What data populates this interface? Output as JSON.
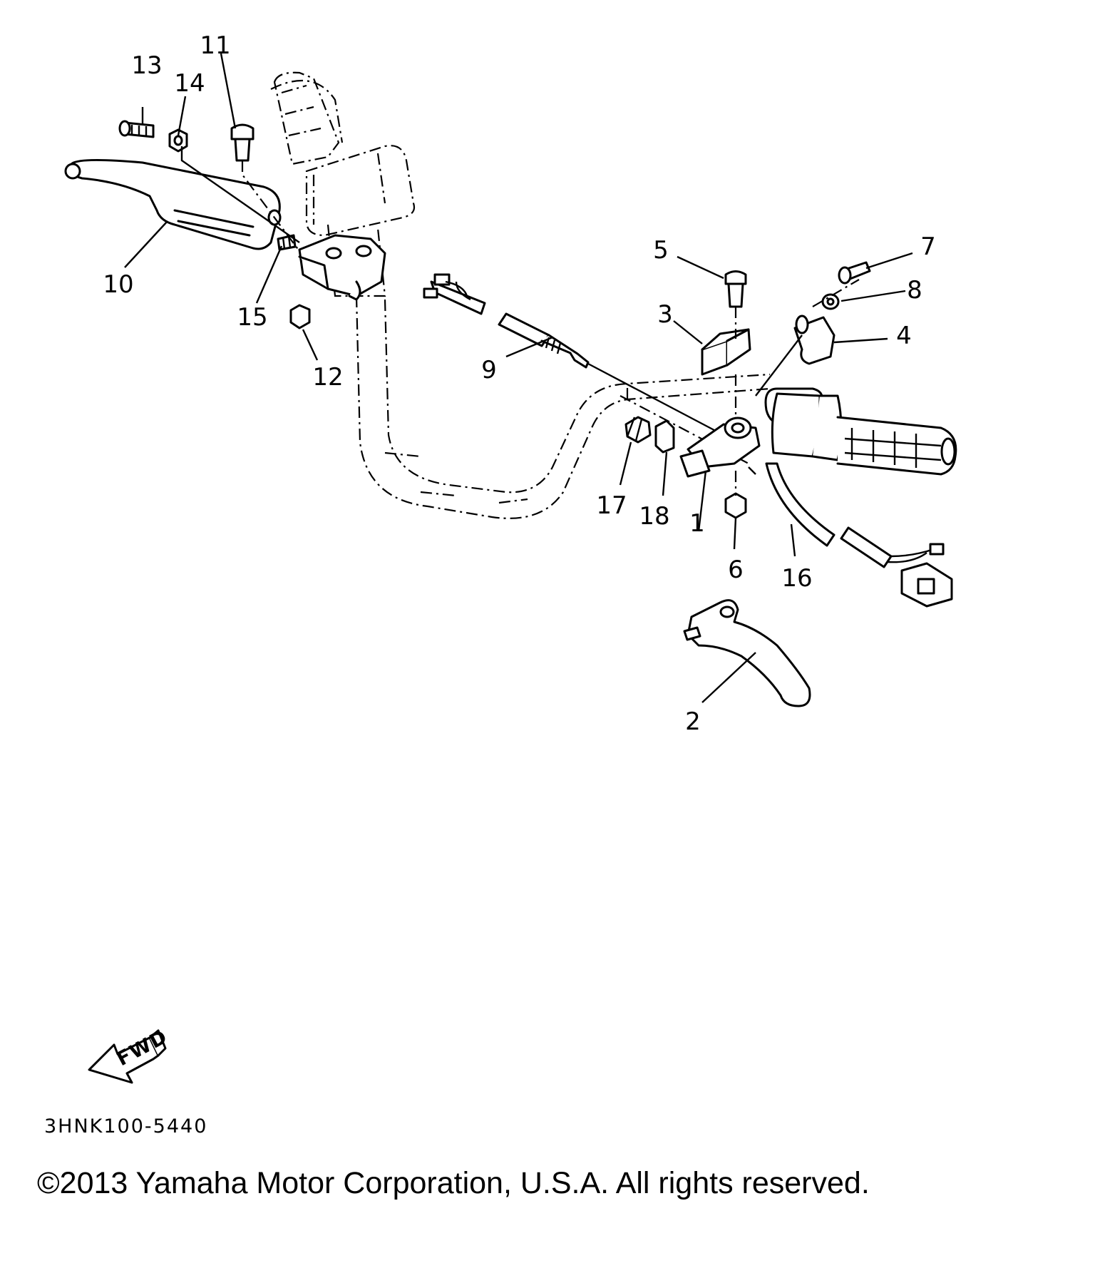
{
  "diagram": {
    "callouts": [
      {
        "id": "1",
        "label": "1"
      },
      {
        "id": "2",
        "label": "2"
      },
      {
        "id": "3",
        "label": "3"
      },
      {
        "id": "4",
        "label": "4"
      },
      {
        "id": "5",
        "label": "5"
      },
      {
        "id": "6",
        "label": "6"
      },
      {
        "id": "7",
        "label": "7"
      },
      {
        "id": "8",
        "label": "8"
      },
      {
        "id": "9",
        "label": "9"
      },
      {
        "id": "10",
        "label": "10"
      },
      {
        "id": "11",
        "label": "11"
      },
      {
        "id": "12",
        "label": "12"
      },
      {
        "id": "13",
        "label": "13"
      },
      {
        "id": "14",
        "label": "14"
      },
      {
        "id": "15",
        "label": "15"
      },
      {
        "id": "16",
        "label": "16"
      },
      {
        "id": "17",
        "label": "17"
      },
      {
        "id": "18",
        "label": "18"
      }
    ],
    "fwd_label": "FWD",
    "diagram_code": "3HNK100-5440",
    "copyright": "©2013 Yamaha Motor Corporation, U.S.A. All rights reserved."
  }
}
